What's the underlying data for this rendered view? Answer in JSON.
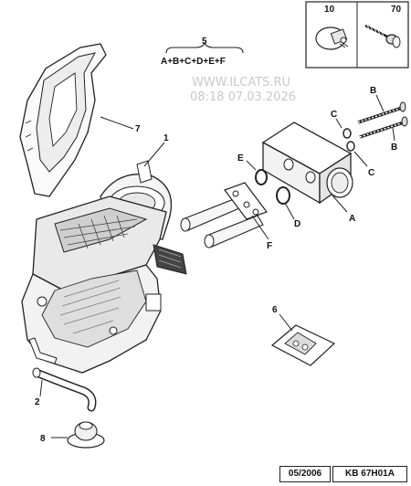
{
  "watermark": {
    "site": "WWW.ILCATS.RU",
    "timestamp": "08:18 07.03.2026"
  },
  "inset": {
    "qty_left": "10",
    "qty_right": "70"
  },
  "callouts": {
    "c1": "1",
    "c2": "2",
    "c5": "5",
    "c6": "6",
    "c7": "7",
    "c8": "8",
    "A": "A",
    "B_top": "B",
    "B_bottom": "B",
    "C_top": "C",
    "C_bottom": "C",
    "D": "D",
    "E": "E",
    "F": "F"
  },
  "kit_formula": "A+B+C+D+E+F",
  "footer": {
    "date": "05/2006",
    "code": "KB 67H01A"
  }
}
